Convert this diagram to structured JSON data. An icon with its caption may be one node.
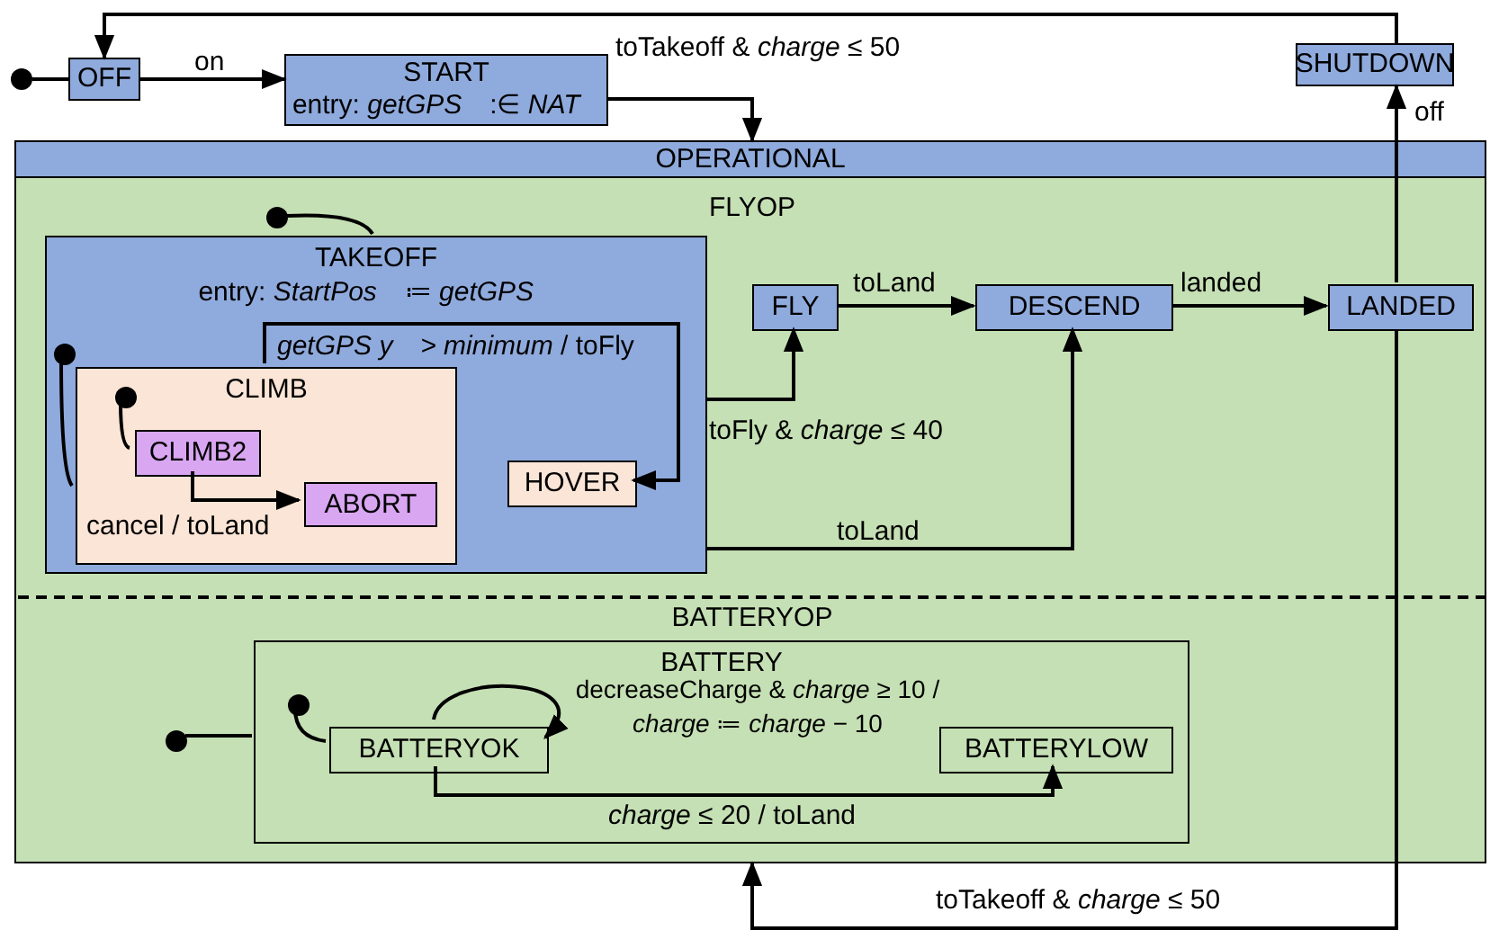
{
  "diagram": {
    "nodes": [
      {
        "text": [],
        "shape": "circle"
      },
      {
        "text": [
          "OFF"
        ]
      },
      {
        "text": [
          "START",
          "entry: *getGPS⃗* :∈ *NAT⃗*"
        ]
      },
      {
        "text": [
          "SHUTDOWN"
        ]
      },
      {
        "text": [
          "OPERATIONAL"
        ]
      },
      {
        "text": [
          "FLYOP"
        ],
        "in": 4
      },
      {
        "text": [],
        "shape": "circle",
        "in": 5
      },
      {
        "text": [
          "TAKEOFF",
          "entry: *StartPos⃗* ≔ *getGPS⃗*"
        ],
        "in": 5
      },
      {
        "text": [],
        "shape": "circle",
        "in": 7
      },
      {
        "text": [
          "CLIMB"
        ],
        "in": 7
      },
      {
        "text": [],
        "shape": "circle",
        "in": 9
      },
      {
        "text": [
          "CLIMB2"
        ],
        "in": 9
      },
      {
        "text": [
          "ABORT"
        ],
        "in": 9
      },
      {
        "text": [
          "HOVER"
        ],
        "in": 7
      },
      {
        "text": [
          "FLY"
        ],
        "in": 5
      },
      {
        "text": [
          "DESCEND"
        ],
        "in": 5
      },
      {
        "text": [
          "LANDED"
        ],
        "in": 5
      },
      {
        "text": [
          "BATTERYOP"
        ],
        "in": 4
      },
      {
        "text": [],
        "shape": "circle",
        "in": 17
      },
      {
        "text": [
          "BATTERY"
        ],
        "in": 17
      },
      {
        "text": [],
        "shape": "circle",
        "in": 19
      },
      {
        "text": [
          "BATTERYOK"
        ],
        "in": 19
      },
      {
        "text": [
          "BATTERYLOW"
        ],
        "in": 19
      }
    ],
    "edges": [
      {
        "from": 0,
        "to": 1,
        "arrow": "none"
      },
      {
        "from": 1,
        "to": 2,
        "arrow": "to",
        "label": "on"
      },
      {
        "from": 2,
        "to": 4,
        "arrow": "to",
        "label": "toTakeoff & *charge* ≤ 50"
      },
      {
        "from": 3,
        "to": 1,
        "arrow": "to"
      },
      {
        "from": 16,
        "to": 3,
        "arrow": "to",
        "label": "off"
      },
      {
        "from": 16,
        "to": 4,
        "arrow": "to",
        "label": "toTakeoff & *charge* ≤ 50"
      },
      {
        "from": 6,
        "to": 7,
        "arrow": "none"
      },
      {
        "from": 8,
        "to": 9,
        "arrow": "none"
      },
      {
        "from": 10,
        "to": 11,
        "arrow": "none"
      },
      {
        "from": 11,
        "to": 12,
        "arrow": "to",
        "label": "cancel / toLand"
      },
      {
        "from": 9,
        "to": 13,
        "arrow": "to",
        "label": "*getGPS y⃗ > minimum* / toFly"
      },
      {
        "from": 7,
        "to": 14,
        "arrow": "to",
        "label": "toFly & *charge* ≤ 40"
      },
      {
        "from": 7,
        "to": 15,
        "arrow": "to",
        "label": "toLand"
      },
      {
        "from": 14,
        "to": 15,
        "arrow": "to",
        "label": "toLand"
      },
      {
        "from": 15,
        "to": 16,
        "arrow": "to",
        "label": "landed"
      },
      {
        "from": 18,
        "to": 19,
        "arrow": "none"
      },
      {
        "from": 20,
        "to": 21,
        "arrow": "none"
      },
      {
        "from": 21,
        "to": 21,
        "arrow": "to",
        "label": "decreaseCharge & *charge* ≥ 10 / *charge* ≔ *charge* − 10"
      },
      {
        "from": 21,
        "to": 22,
        "arrow": "to",
        "label": "*charge* ≤ 20 / toLand"
      }
    ]
  }
}
